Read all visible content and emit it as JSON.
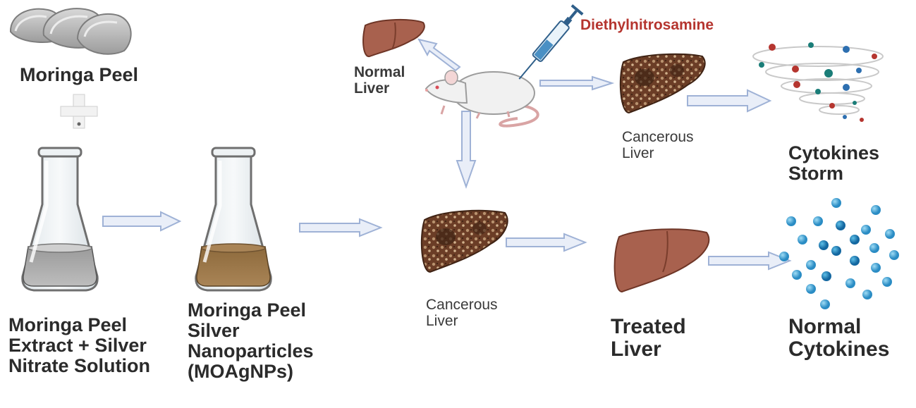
{
  "labels": {
    "moringa_peel": "Moringa Peel",
    "extract_line1": "Moringa Peel",
    "extract_line2": "Extract + Silver",
    "extract_line3": "Nitrate Solution",
    "nano_line1": "Moringa Peel",
    "nano_line2": "Silver",
    "nano_line3": "Nanoparticles",
    "nano_line4": "(MOAgNPs)",
    "normal_liver_line1": "Normal",
    "normal_liver_line2": "Liver",
    "diethylnitrosamine": "Diethylnitrosamine",
    "cancerous_top_line1": "Cancerous",
    "cancerous_top_line2": "Liver",
    "cytokines_storm_line1": "Cytokines",
    "cytokines_storm_line2": "Storm",
    "cancerous_mid_line1": "Cancerous",
    "cancerous_mid_line2": "Liver",
    "treated_line1": "Treated",
    "treated_line2": "Liver",
    "normal_cyto_line1": "Normal",
    "normal_cyto_line2": "Cytokines"
  },
  "icons": [
    "moringa-peel-icon",
    "plus-icon",
    "flask-extract-icon",
    "flask-nanoparticles-icon",
    "normal-liver-icon",
    "rat-icon",
    "syringe-icon",
    "cancerous-liver-icon",
    "cytokine-storm-icon",
    "treated-liver-icon",
    "normal-cytokines-icon"
  ],
  "colors": {
    "text": "#2b2b2b",
    "accent_red": "#b5352f",
    "arrow_fill": "#e9eef8",
    "arrow_stroke": "#9fb2d6",
    "liver": "#a8614e",
    "cancer_liver": "#6b3d26",
    "cytokine_blue": "#3fa5d6"
  }
}
